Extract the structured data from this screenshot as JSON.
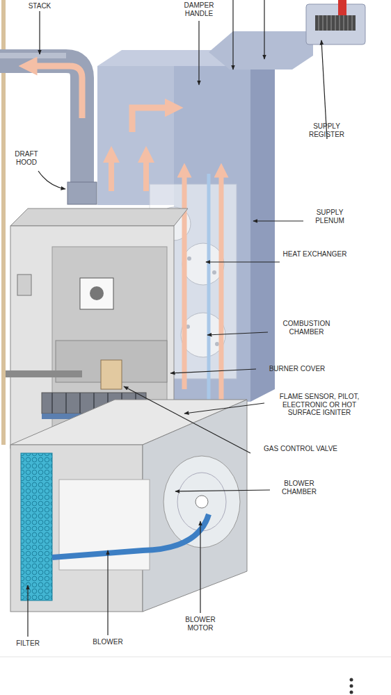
{
  "diagram": {
    "labels": [
      "STACK",
      "DAMPER HANDLE",
      "DRAFT HOOD",
      "SUPPLY REGISTER",
      "SUPPLY PLENUM",
      "HEAT EXCHANGER",
      "COMBUSTION CHAMBER",
      "BURNER COVER",
      "FLAME SENSOR, PILOT, ELECTRONIC OR HOT SURFACE IGNITER",
      "GAS CONTROL VALVE",
      "BLOWER CHAMBER",
      "BLOWER MOTOR",
      "FILTER",
      "BLOWER"
    ]
  }
}
